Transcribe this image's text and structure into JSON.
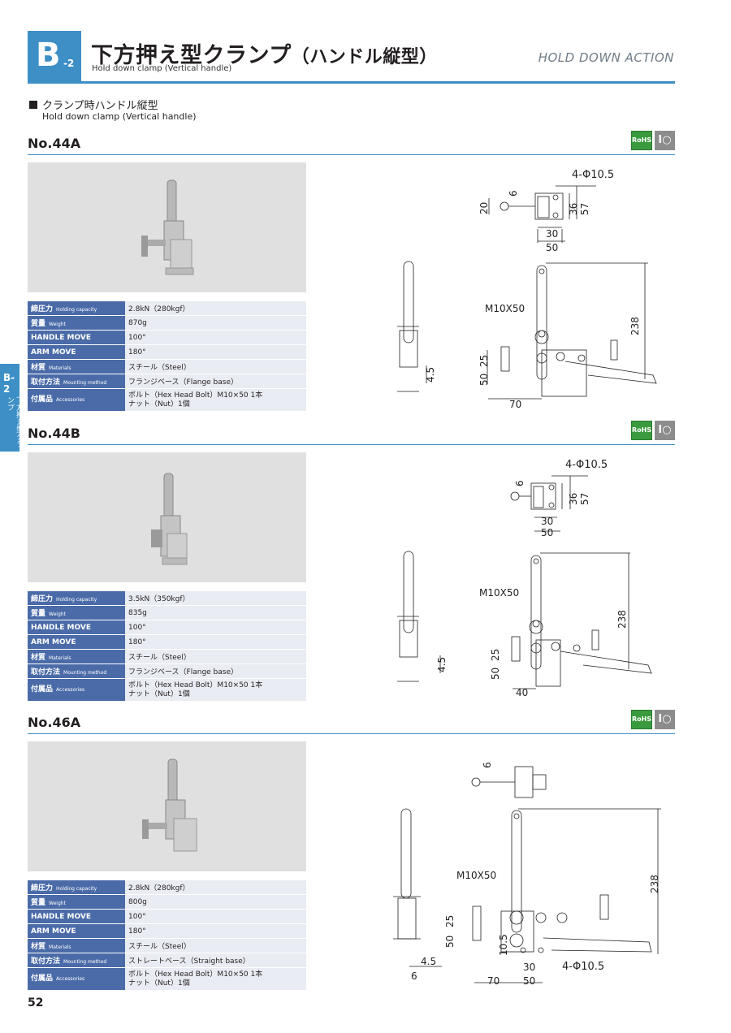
{
  "header": {
    "badge_letter": "B",
    "badge_num": "-2",
    "title": "下方押え型クランプ",
    "title_paren": "（ハンドル縦型）",
    "subtitle": "Hold down clamp (Vertical handle)",
    "category_en": "HOLD DOWN ACTION"
  },
  "section": {
    "title": "クランプ時ハンドル縦型",
    "subtitle": "Hold down clamp (Vertical handle)"
  },
  "side_tab": {
    "label": "B-2",
    "vertical": "下方押え型クランプ"
  },
  "badges": {
    "rohs": "RoHS",
    "io": "I○"
  },
  "spec_keys": {
    "holding_jp": "締圧力",
    "holding_en": "Holding capacity",
    "weight_jp": "質量",
    "weight_en": "Weight",
    "handle_move": "HANDLE MOVE",
    "arm_move": "ARM MOVE",
    "materials_jp": "材質",
    "materials_en": "Materials",
    "mounting_jp": "取付方法",
    "mounting_en": "Mounting method",
    "accessories_jp": "付属品",
    "accessories_en": "Accessories"
  },
  "products": [
    {
      "name": "No.44A",
      "holding": "2.8kN（280kgf）",
      "weight": "870g",
      "handle_move": "100°",
      "arm_move": "180°",
      "materials": "スチール（Steel）",
      "mounting": "フランジベース（Flange base）",
      "accessories_1": "ボルト（Hex Head Bolt）M10×50 1本",
      "accessories_2": "ナット（Nut）1個",
      "dims": {
        "holes": "4-Φ10.5",
        "d6": "6",
        "d20": "20",
        "d36": "36",
        "d57": "57",
        "d30": "30",
        "d50": "50",
        "bolt": "M10X50",
        "d238": "238",
        "d25": "25",
        "d50v": "50",
        "d4_5": "4.5",
        "d70": "70"
      }
    },
    {
      "name": "No.44B",
      "holding": "3.5kN（350kgf）",
      "weight": "835g",
      "handle_move": "100°",
      "arm_move": "180°",
      "materials": "スチール（Steel）",
      "mounting": "フランジベース（Flange base）",
      "accessories_1": "ボルト（Hex Head Bolt）M10×50 1本",
      "accessories_2": "ナット（Nut）1個",
      "dims": {
        "holes": "4-Φ10.5",
        "d6": "6",
        "d36": "36",
        "d57": "57",
        "d30": "30",
        "d50": "50",
        "bolt": "M10X50",
        "d238": "238",
        "d25": "25",
        "d50v": "50",
        "d4_5": "4.5",
        "d40": "40"
      }
    },
    {
      "name": "No.46A",
      "holding": "2.8kN（280kgf）",
      "weight": "800g",
      "handle_move": "100°",
      "arm_move": "180°",
      "materials": "スチール（Steel）",
      "mounting": "ストレートベース（Straight base）",
      "accessories_1": "ボルト（Hex Head Bolt）M10×50 1本",
      "accessories_2": "ナット（Nut）1個",
      "dims": {
        "d6": "6",
        "bolt": "M10X50",
        "d238": "238",
        "d25": "25",
        "d50v": "50",
        "d10_5": "10.5",
        "d4_5": "4.5",
        "d6b": "6",
        "d30": "30",
        "holes": "4-Φ10.5",
        "d70": "70",
        "d50": "50"
      }
    }
  ],
  "page_number": "52",
  "colors": {
    "accent": "#3d8fc6",
    "spec_key": "#4a6ba8",
    "spec_val": "#e9ecf3",
    "rohs": "#3a9a3e"
  }
}
